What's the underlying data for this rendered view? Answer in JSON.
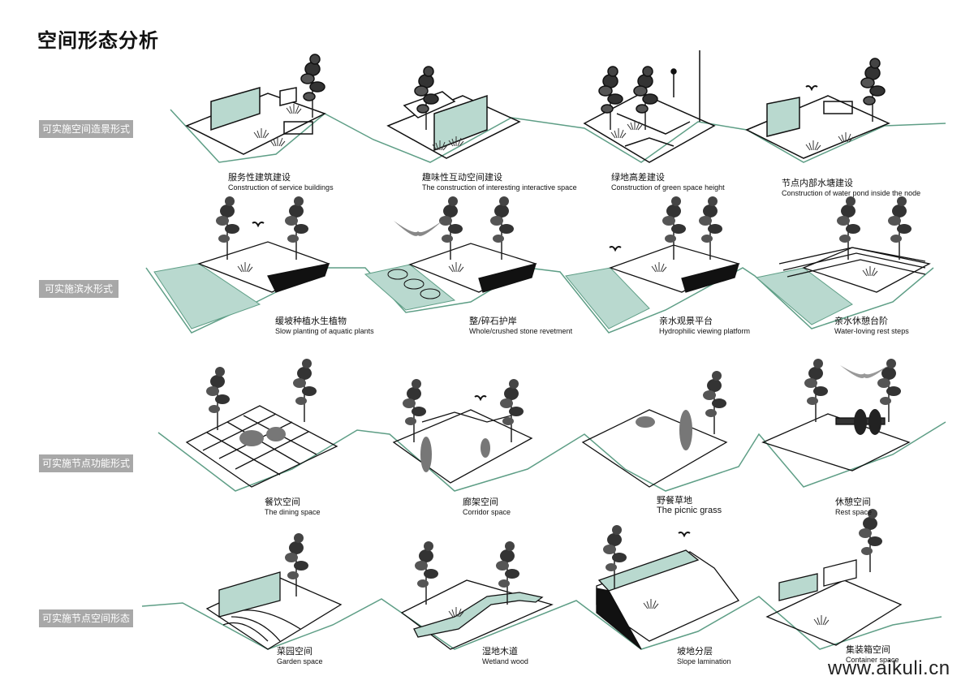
{
  "title": "空间形态分析",
  "rows": [
    {
      "label": "可实施空间造景形式",
      "items": [
        {
          "zh": "服务性建筑建设",
          "en": "Construction of service buildings"
        },
        {
          "zh": "趣味性互动空间建设",
          "en": "The construction of interesting interactive space"
        },
        {
          "zh": "绿地高差建设",
          "en": "Construction of green space height"
        },
        {
          "zh": "节点内部水塘建设",
          "en": "Construction of water pond inside the node"
        }
      ]
    },
    {
      "label": "可实施滨水形式",
      "items": [
        {
          "zh": "缓坡种植水生植物",
          "en": "Slow planting of aquatic plants"
        },
        {
          "zh": "整/碎石护岸",
          "en": "Whole/crushed stone revetment"
        },
        {
          "zh": "亲水观景平台",
          "en": "Hydrophilic viewing platform"
        },
        {
          "zh": "亲水休憩台阶",
          "en": "Water-loving rest steps"
        }
      ]
    },
    {
      "label": "可实施节点功能形式",
      "items": [
        {
          "zh": "餐饮空间",
          "en": "The dining space"
        },
        {
          "zh": "廊架空间",
          "en": "Corridor space"
        },
        {
          "zh": "野餐草地",
          "en": "The picnic grass"
        },
        {
          "zh": "休憩空间",
          "en": "Rest space"
        }
      ]
    },
    {
      "label": "可实施节点空间形态",
      "items": [
        {
          "zh": "菜园空间",
          "en": "Garden space"
        },
        {
          "zh": "湿地木道",
          "en": "Wetland wood"
        },
        {
          "zh": "坡地分层",
          "en": "Slope lamination"
        },
        {
          "zh": "集装箱空间",
          "en": "Container space"
        }
      ]
    }
  ],
  "watermark": "www.aikuli.cn",
  "colors": {
    "accent_green": "#5e9e86",
    "water_fill": "#b9d9cf",
    "label_bg": "#a8a8a8"
  }
}
